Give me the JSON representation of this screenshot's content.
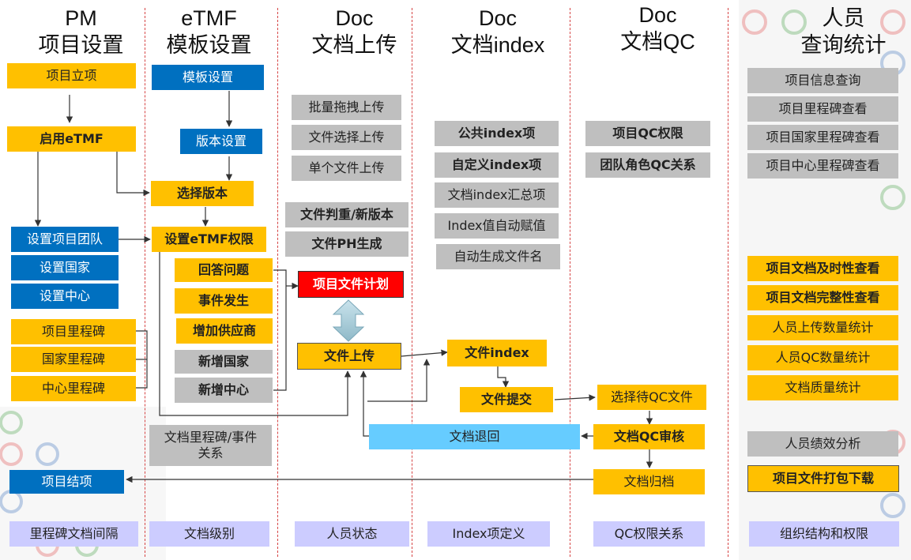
{
  "headers": {
    "pm": {
      "line1": "PM",
      "line2": "项目设置"
    },
    "etmf": {
      "line1": "eTMF",
      "line2": "模板设置"
    },
    "upload": {
      "line1": "Doc",
      "line2": "文档上传"
    },
    "index": {
      "line1": "Doc",
      "line2": "文档index"
    },
    "qc": {
      "line1": "Doc",
      "line2": "文档QC"
    },
    "people": {
      "line1": "人员",
      "line2": "查询统计"
    }
  },
  "pm": {
    "project_setup": "项目立项",
    "enable_etmf": "启用eTMF",
    "set_team": "设置项目团队",
    "set_country": "设置国家",
    "set_center": "设置中心",
    "project_milestone": "项目里程碑",
    "country_milestone": "国家里程碑",
    "center_milestone": "中心里程碑",
    "project_close": "项目结项",
    "milestone_interval": "里程碑文档间隔"
  },
  "etmf": {
    "template_setup": "模板设置",
    "version_setup": "版本设置",
    "select_version": "选择版本",
    "set_permission": "设置eTMF权限",
    "answer_questions": "回答问题",
    "event_occur": "事件发生",
    "add_supplier": "增加供应商",
    "add_country": "新增国家",
    "add_center": "新增中心",
    "milestone_event": "文档里程碑/事件关系",
    "doc_level": "文档级别"
  },
  "upload": {
    "batch_drag": "批量拖拽上传",
    "file_select": "文件选择上传",
    "single_file": "单个文件上传",
    "file_judge": "文件判重/新版本",
    "ph_generate": "文件PH生成",
    "file_plan": "项目文件计划",
    "file_upload": "文件上传",
    "person_status": "人员状态"
  },
  "index": {
    "public_index": "公共index项",
    "custom_index": "自定义index项",
    "index_summary": "文档index汇总项",
    "auto_assign": "Index值自动赋值",
    "auto_filename": "自动生成文件名",
    "file_index": "文件index",
    "file_submit": "文件提交",
    "doc_return": "文档退回",
    "index_def": "Index项定义"
  },
  "qc": {
    "qc_permission": "项目QC权限",
    "team_role_qc": "团队角色QC关系",
    "select_qc_file": "选择待QC文件",
    "qc_review": "文档QC审核",
    "archive": "文档归档",
    "qc_relation": "QC权限关系"
  },
  "people": {
    "info_query": "项目信息查询",
    "milestone_view": "项目里程碑查看",
    "country_milestone_view": "项目国家里程碑查看",
    "center_milestone_view": "项目中心里程碑查看",
    "timeliness": "项目文档及时性查看",
    "completeness": "项目文档完整性查看",
    "upload_stats": "人员上传数量统计",
    "qc_stats": "人员QC数量统计",
    "quality_stats": "文档质量统计",
    "performance": "人员绩效分析",
    "package_download": "项目文件打包下载",
    "org_permission": "组织结构和权限"
  },
  "colors": {
    "yellow": "#FFC000",
    "blue": "#0070C0",
    "gray": "#BFBFBF",
    "red": "#FF0000",
    "light_blue": "#66CCFF",
    "lavender": "#CCCCFF",
    "divider": "#D64545"
  }
}
